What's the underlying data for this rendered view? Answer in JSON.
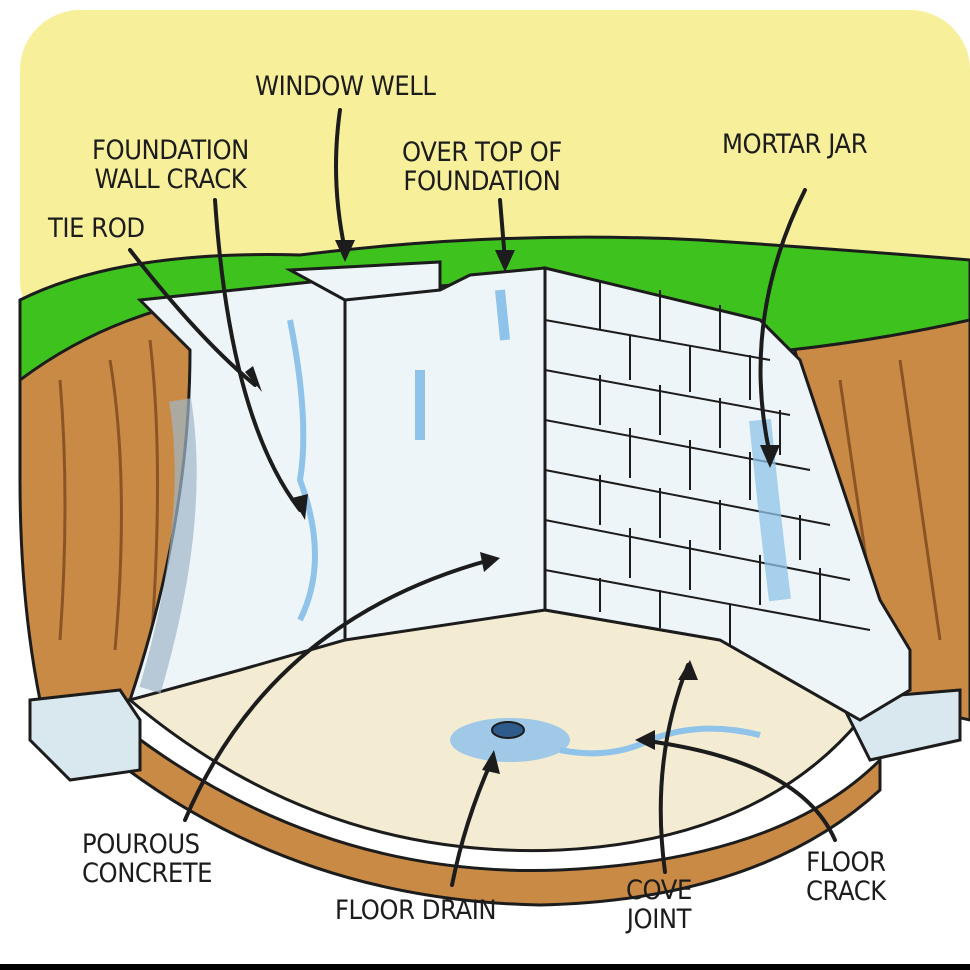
{
  "diagram": {
    "labels": {
      "window_well": "WINDOW WELL",
      "foundation_wall_crack": [
        "FOUNDATION",
        "WALL CRACK"
      ],
      "over_top_of_foundation": [
        "OVER TOP OF",
        "FOUNDATION"
      ],
      "mortar_jar": "MORTAR JAR",
      "tie_rod": "TIE ROD",
      "pourous_concrete": [
        "POUROUS",
        "CONCRETE"
      ],
      "floor_drain": "FLOOR DRAIN",
      "cove_joint": [
        "COVE",
        "JOINT"
      ],
      "floor_crack": [
        "FLOOR",
        "CRACK"
      ]
    },
    "colors": {
      "sky": "#f7ef9a",
      "grass": "#3ec21e",
      "soil": "#c98a46",
      "wall": "#eef5f8",
      "water": "#8fc3ea",
      "floor": "#f3ecd2",
      "ink": "#1c1c1c"
    }
  }
}
